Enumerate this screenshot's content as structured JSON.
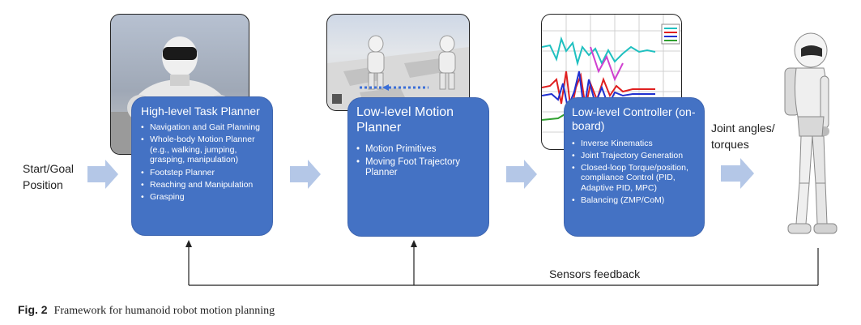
{
  "input_label": "Start/Goal\nPosition",
  "output_label": "Joint angles/\ntorques",
  "feedback_label": "Sensors feedback",
  "caption": {
    "fig_label": "Fig. 2",
    "text": "Framework for humanoid robot motion planning"
  },
  "colors": {
    "panel_blue": "#4472c4",
    "arrow_fill": "#b4c7e7",
    "feedback_line": "#222222"
  },
  "blocks": [
    {
      "title": "High-level Task Planner",
      "items": [
        "Navigation and Gait Planning",
        "Whole-body Motion Planner (e.g., walking, jumping, grasping, manipulation)",
        "Footstep Planner",
        "Reaching and Manipulation",
        "Grasping"
      ]
    },
    {
      "title": "Low-level Motion Planner",
      "items": [
        "Motion Primitives",
        "Moving Foot Trajectory Planner"
      ]
    },
    {
      "title": "Low-level Controller (on-board)",
      "items": [
        "Inverse Kinematics",
        "Joint Trajectory Generation",
        "Closed-loop Torque/position, compliance Control (PID, Adaptive PID, MPC)",
        "Balancing (ZMP/CoM)"
      ]
    }
  ],
  "images": [
    "humanoid-robot-closeup-image",
    "humanoid-walking-simulation-image",
    "controller-signal-plot-image",
    "humanoid-robot-image"
  ]
}
